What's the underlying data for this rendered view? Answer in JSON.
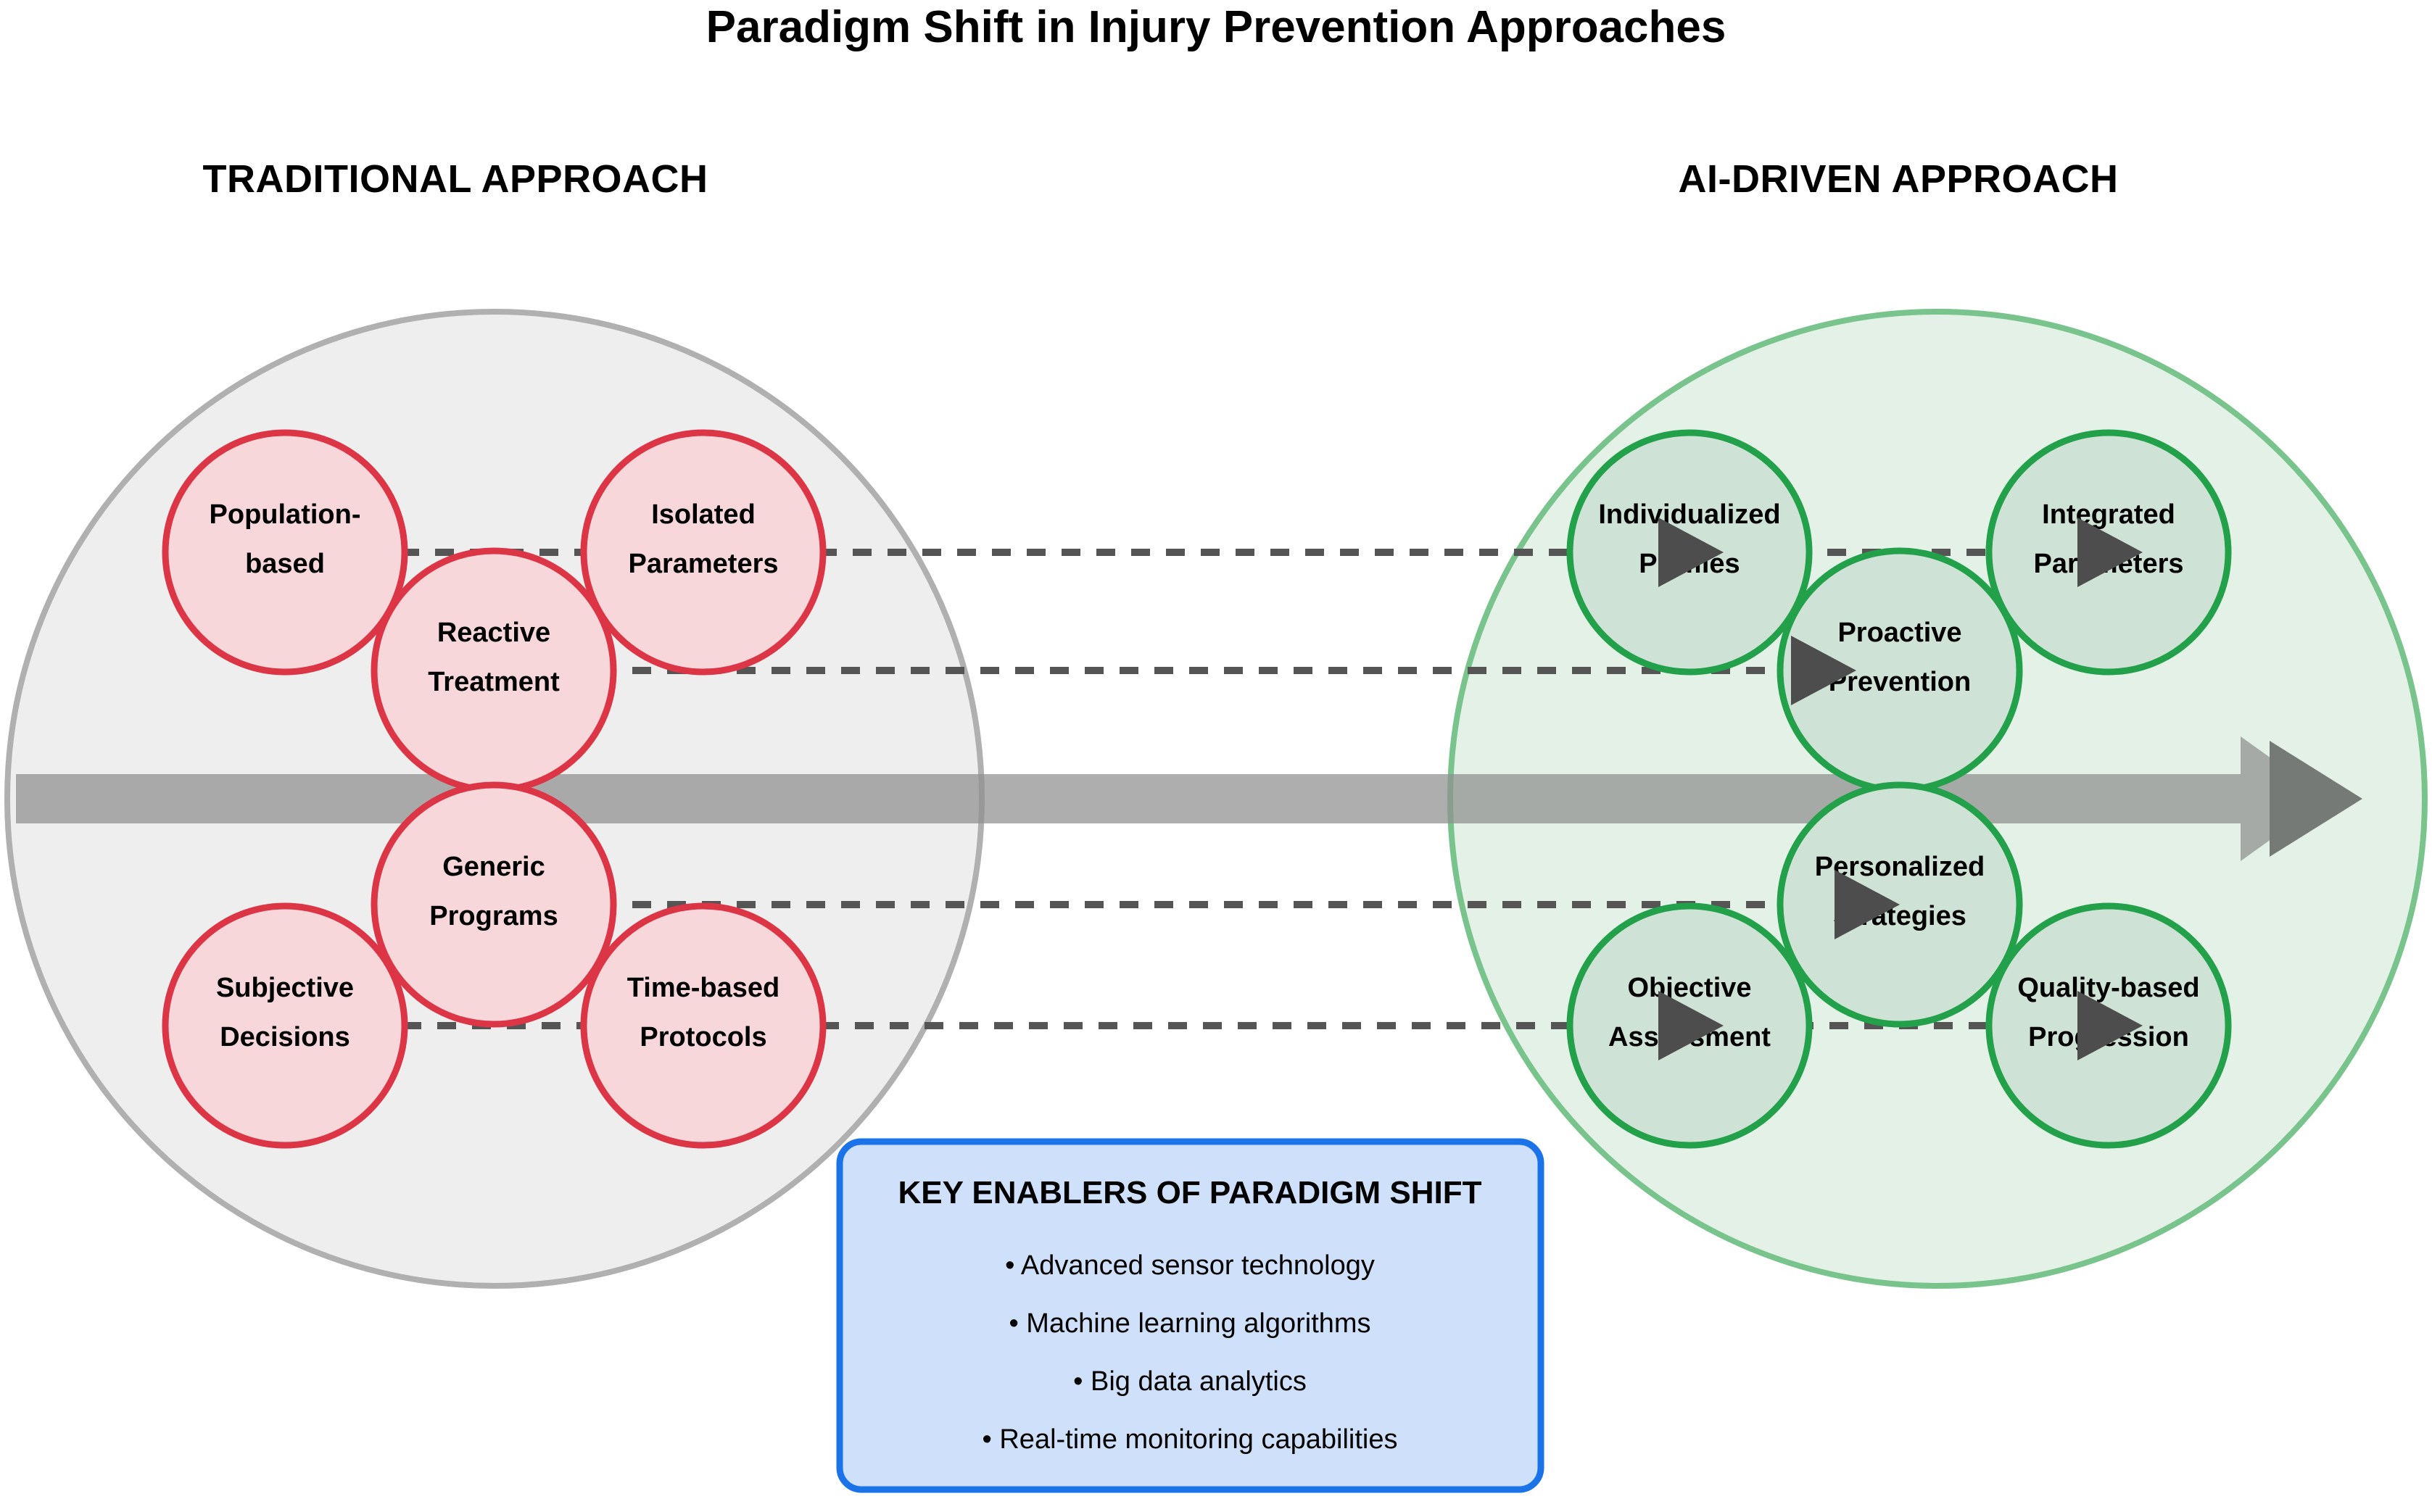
{
  "title": "Paradigm Shift in Injury Prevention Approaches",
  "left_zone": {
    "heading": "TRADITIONAL APPROACH",
    "fill": "#eeeeee",
    "stroke": "#b0b0b0",
    "node_fill": "#f8d7da",
    "node_stroke": "#dc3545",
    "nodes": [
      {
        "line1": "Population-",
        "line2": "based"
      },
      {
        "line1": "Isolated",
        "line2": "Parameters"
      },
      {
        "line1": "Reactive",
        "line2": "Treatment"
      },
      {
        "line1": "Generic",
        "line2": "Programs"
      },
      {
        "line1": "Subjective",
        "line2": "Decisions"
      },
      {
        "line1": "Time-based",
        "line2": "Protocols"
      }
    ]
  },
  "right_zone": {
    "heading": "AI-DRIVEN APPROACH",
    "fill": "#e3f1e7",
    "stroke": "#79c48c",
    "node_fill": "#cfe2d6",
    "node_stroke": "#22a04a",
    "nodes": [
      {
        "line1": "Individualized",
        "line2": "Profiles"
      },
      {
        "line1": "Integrated",
        "line2": "Parameters"
      },
      {
        "line1": "Proactive",
        "line2": "Prevention"
      },
      {
        "line1": "Personalized",
        "line2": "Strategies"
      },
      {
        "line1": "Objective",
        "line2": "Assessment"
      },
      {
        "line1": "Quality-based",
        "line2": "Progression"
      }
    ]
  },
  "transition_arrow": {
    "name": "paradigm-shift-arrow",
    "shaft_color": "#9e9e9e",
    "head_color": "#4d4d4d"
  },
  "connectors": {
    "color": "#555555",
    "arrowhead_color": "#4d4d4d"
  },
  "key_enablers": {
    "heading": "KEY ENABLERS OF PARADIGM SHIFT",
    "fill": "#cfe0fb",
    "stroke": "#1a73e8",
    "items": [
      "• Advanced sensor technology",
      "• Machine learning algorithms",
      "• Big data analytics",
      "• Real-time monitoring capabilities"
    ]
  }
}
